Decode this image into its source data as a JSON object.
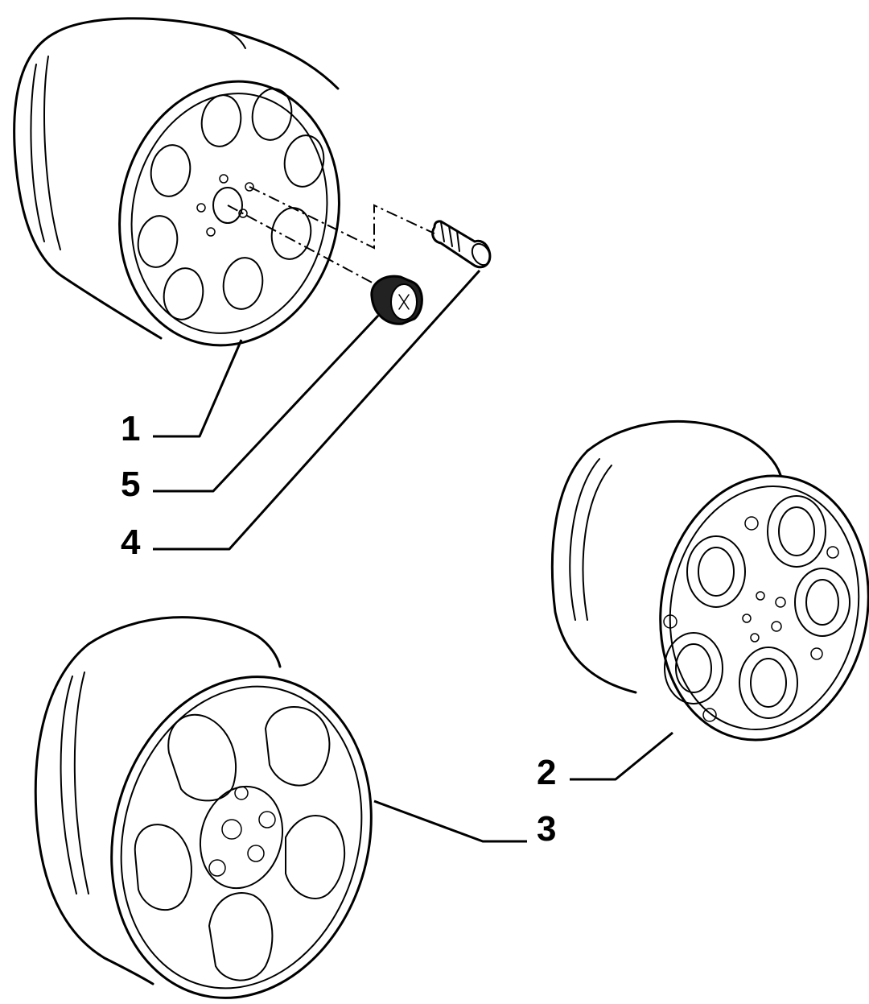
{
  "callouts": [
    {
      "id": "1",
      "label": "1"
    },
    {
      "id": "5",
      "label": "5"
    },
    {
      "id": "4",
      "label": "4"
    },
    {
      "id": "2",
      "label": "2"
    },
    {
      "id": "3",
      "label": "3"
    }
  ]
}
